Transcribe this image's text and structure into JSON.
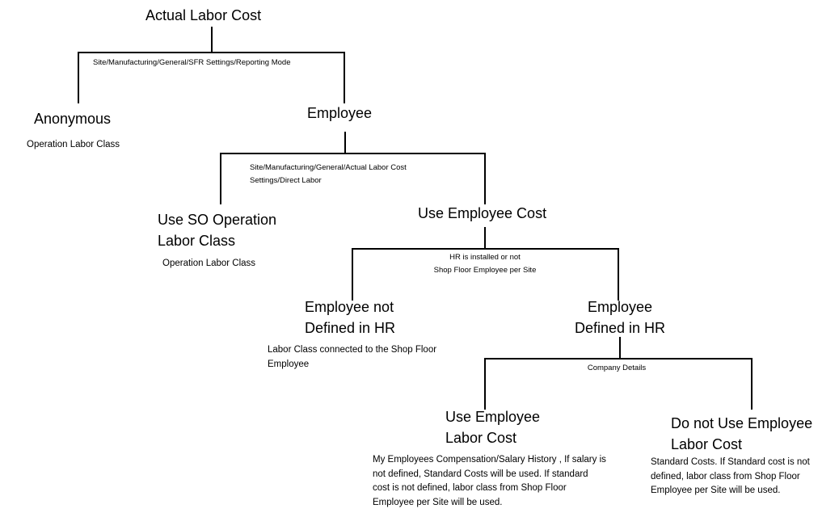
{
  "root": {
    "title": "Actual Labor Cost",
    "condition": "Site/Manufacturing/General/SFR Settings/Reporting Mode"
  },
  "anonymous": {
    "title": "Anonymous",
    "description": "Operation Labor Class"
  },
  "employee": {
    "title": "Employee",
    "condition_line1": "Site/Manufacturing/General/Actual Labor Cost",
    "condition_line2": "Settings/Direct Labor"
  },
  "use_so_operation": {
    "title_line1": "Use SO Operation",
    "title_line2": "Labor Class",
    "description": "Operation Labor Class"
  },
  "use_employee_cost": {
    "title": "Use Employee Cost",
    "condition_line1": "HR is installed or not",
    "condition_line2": "Shop Floor Employee per Site"
  },
  "employee_not_in_hr": {
    "title_line1": "Employee not",
    "title_line2": "Defined in HR",
    "description": "Labor Class connected to the Shop Floor Employee"
  },
  "employee_in_hr": {
    "title_line1": "Employee",
    "title_line2": "Defined in HR",
    "condition": "Company Details"
  },
  "use_employee_labor_cost": {
    "title_line1": "Use Employee",
    "title_line2": "Labor Cost",
    "description": "My Employees Compensation/Salary History , If salary is not defined, Standard Costs will be used. If standard cost is not defined, labor class from Shop Floor Employee per Site will be used."
  },
  "do_not_use_employee_labor_cost": {
    "title_line1": "Do not Use Employee",
    "title_line2": "Labor Cost",
    "description": "Standard Costs. If Standard cost is not defined, labor class from Shop Floor Employee per Site will be used."
  }
}
